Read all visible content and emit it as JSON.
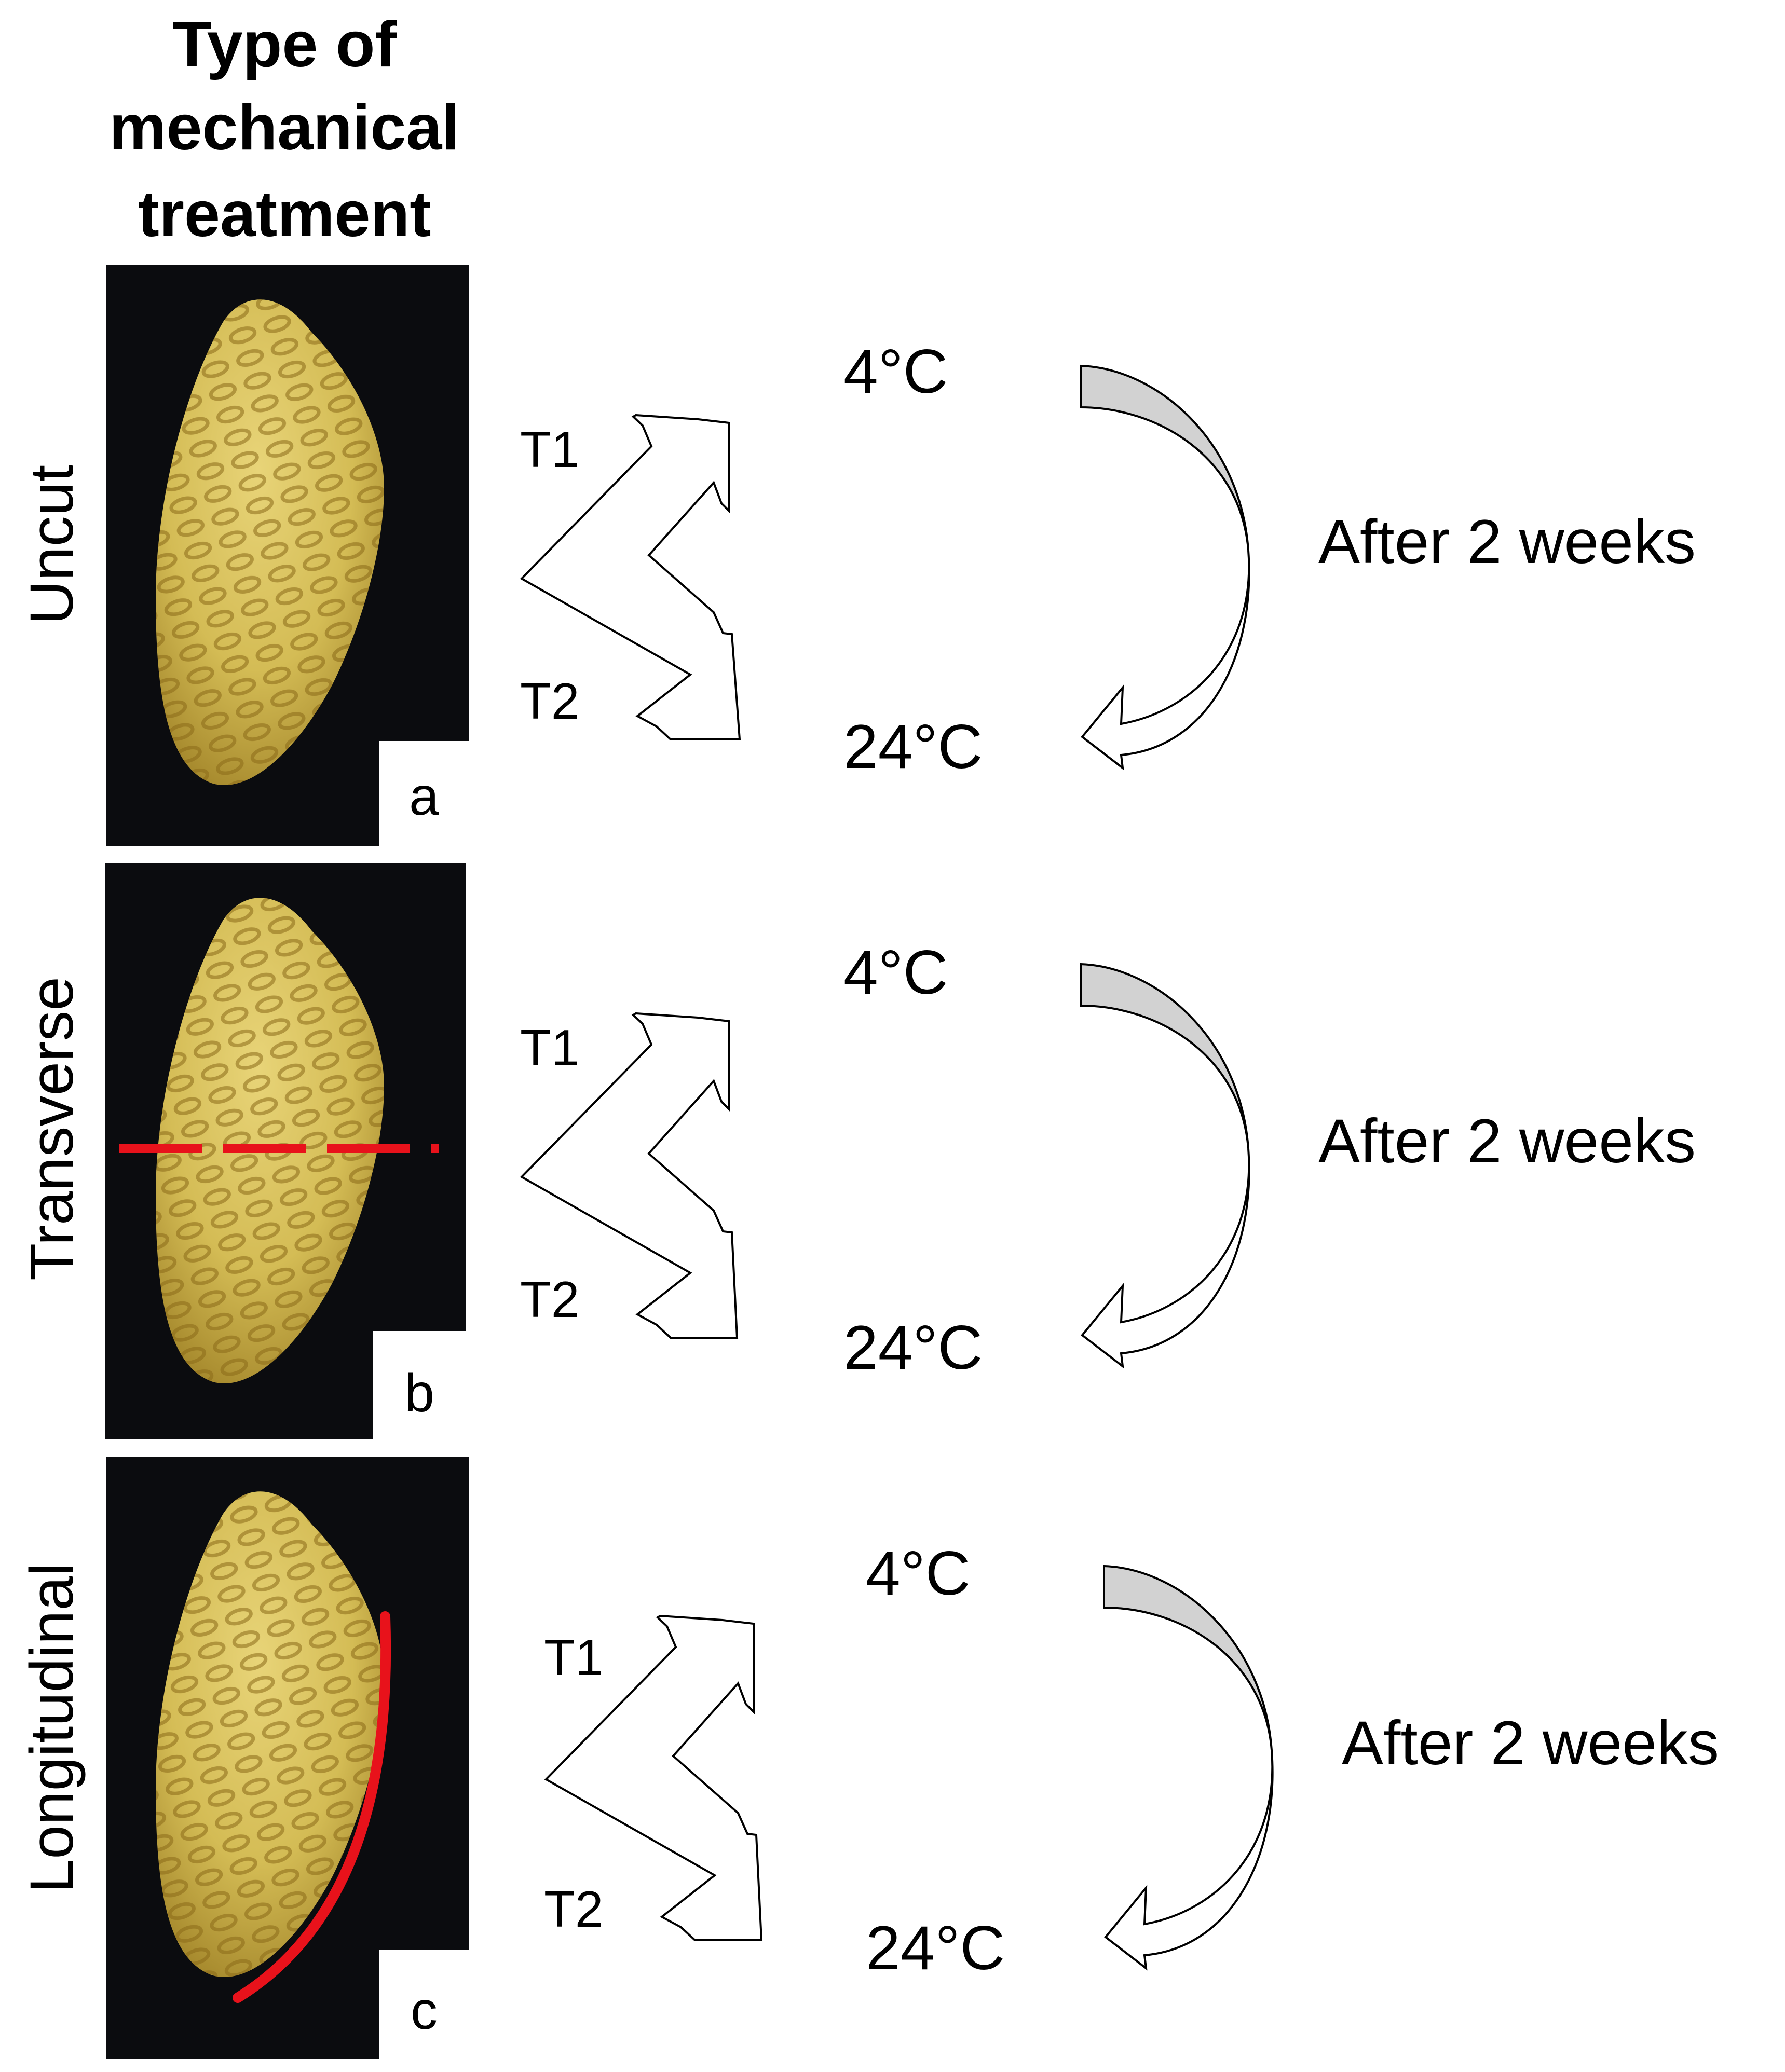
{
  "header": {
    "line1": "Type of",
    "line2": "mechanical",
    "line3": "treatment"
  },
  "colors": {
    "background": "#ffffff",
    "photo_background": "#0b0c0f",
    "seed": "#d4bc55",
    "cut_line": "#e8121b",
    "arrow_fill_cold": "#d2d2d2",
    "outline": "#000000"
  },
  "rows": [
    {
      "treatment": "Uncut",
      "panel_label": "a",
      "cut": "none",
      "t1": "T1",
      "t2": "T2",
      "temp_cold": "4°C",
      "temp_warm": "24°C",
      "duration": "After 2 weeks"
    },
    {
      "treatment": "Transverse",
      "panel_label": "b",
      "cut": "transverse",
      "t1": "T1",
      "t2": "T2",
      "temp_cold": "4°C",
      "temp_warm": "24°C",
      "duration": "After 2 weeks"
    },
    {
      "treatment": "Longitudinal",
      "panel_label": "c",
      "cut": "longitudinal",
      "t1": "T1",
      "t2": "T2",
      "temp_cold": "4°C",
      "temp_warm": "24°C",
      "duration": "After 2 weeks"
    }
  ]
}
